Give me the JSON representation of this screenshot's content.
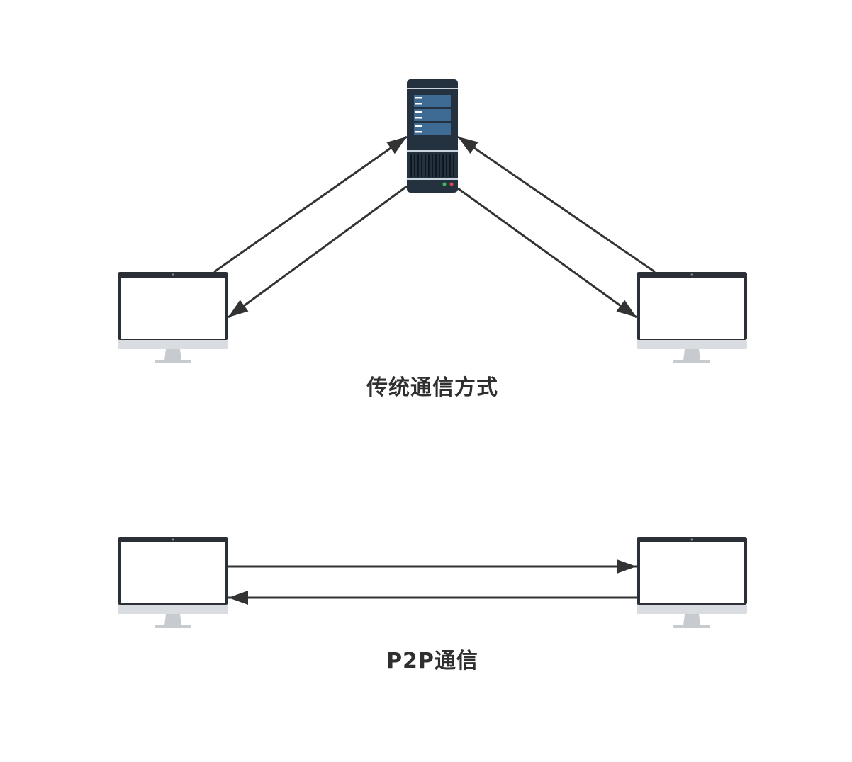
{
  "diagrams": {
    "traditional": {
      "caption": "传统通信方式",
      "nodes": [
        "server",
        "computer-left",
        "computer-right"
      ]
    },
    "p2p": {
      "caption": "P2P通信",
      "nodes": [
        "computer-left",
        "computer-right"
      ]
    }
  },
  "colors": {
    "arrow": "#333333",
    "monitor_frame": "#2b2f36",
    "monitor_chin": "#d9dde2",
    "monitor_stand": "#c7cbd0",
    "server_body": "#24313f",
    "server_bay": "#3e6b94",
    "server_led_green": "#3cbf5a",
    "server_led_red": "#e04848"
  },
  "icons": [
    "server-icon",
    "monitor-icon"
  ]
}
